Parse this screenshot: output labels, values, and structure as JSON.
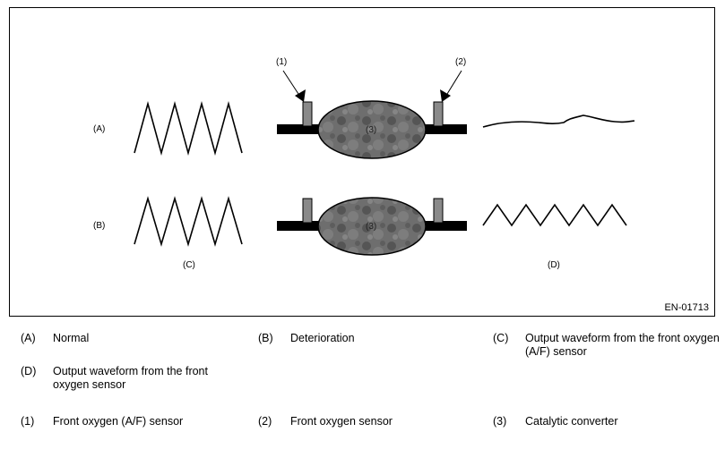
{
  "figure": {
    "figure_id": "EN-01713",
    "row_labels": {
      "a": "(A)",
      "b": "(B)"
    },
    "column_labels": {
      "c": "(C)",
      "d": "(D)"
    },
    "sensor_callouts": {
      "s1": "(1)",
      "s2": "(2)"
    },
    "converter_labels": {
      "top": "(3)",
      "bottom": "(3)"
    }
  },
  "legend": {
    "a": {
      "key": "(A)",
      "text": "Normal"
    },
    "b": {
      "key": "(B)",
      "text": "Deterioration"
    },
    "c": {
      "key": "(C)",
      "text": "Output waveform from the front oxygen (A/F) sensor"
    },
    "d": {
      "key": "(D)",
      "text": "Output waveform from the front oxygen sensor"
    },
    "n1": {
      "key": "(1)",
      "text": "Front oxygen (A/F) sensor"
    },
    "n2": {
      "key": "(2)",
      "text": "Front oxygen sensor"
    },
    "n3": {
      "key": "(3)",
      "text": "Catalytic converter"
    }
  },
  "colors": {
    "line": "#000000",
    "converter_fill": "#6a6a6a",
    "sensor_fill": "#8a8a8a"
  }
}
